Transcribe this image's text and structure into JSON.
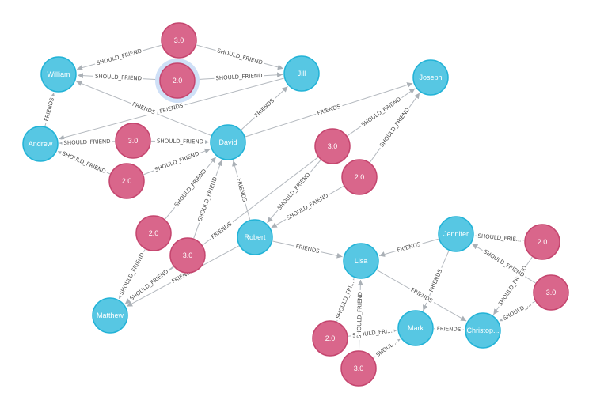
{
  "colors": {
    "person_fill": "#57c7e3",
    "person_stroke": "#23b3d7",
    "score_fill": "#d9668b",
    "score_stroke": "#c5466f",
    "edge": "#b4b9bf",
    "selected_halo": "#cfe0f7"
  },
  "graph": {
    "nodes": [
      {
        "id": "william",
        "caption": "William",
        "kind": "person"
      },
      {
        "id": "jill",
        "caption": "Jill",
        "kind": "person"
      },
      {
        "id": "joseph",
        "caption": "Joseph",
        "kind": "person"
      },
      {
        "id": "andrew",
        "caption": "Andrew",
        "kind": "person"
      },
      {
        "id": "david",
        "caption": "David",
        "kind": "person"
      },
      {
        "id": "robert",
        "caption": "Robert",
        "kind": "person"
      },
      {
        "id": "matthew",
        "caption": "Matthew",
        "kind": "person"
      },
      {
        "id": "lisa",
        "caption": "Lisa",
        "kind": "person"
      },
      {
        "id": "jennifer",
        "caption": "Jennifer",
        "kind": "person"
      },
      {
        "id": "mark",
        "caption": "Mark",
        "kind": "person"
      },
      {
        "id": "christop",
        "caption": "Christop...",
        "kind": "person"
      },
      {
        "id": "s1",
        "caption": "3.0",
        "kind": "score"
      },
      {
        "id": "s2",
        "caption": "2.0",
        "kind": "score",
        "selected": true
      },
      {
        "id": "s3",
        "caption": "3.0",
        "kind": "score"
      },
      {
        "id": "s4",
        "caption": "2.0",
        "kind": "score"
      },
      {
        "id": "s5",
        "caption": "3.0",
        "kind": "score"
      },
      {
        "id": "s6",
        "caption": "2.0",
        "kind": "score"
      },
      {
        "id": "s7",
        "caption": "2.0",
        "kind": "score"
      },
      {
        "id": "s8",
        "caption": "3.0",
        "kind": "score"
      },
      {
        "id": "s9",
        "caption": "2.0",
        "kind": "score"
      },
      {
        "id": "s10",
        "caption": "3.0",
        "kind": "score"
      },
      {
        "id": "s11",
        "caption": "2.0",
        "kind": "score"
      },
      {
        "id": "s12",
        "caption": "3.0",
        "kind": "score"
      }
    ],
    "edges": [
      {
        "from": "s1",
        "to": "william",
        "label": "SHOULD_FRIEND"
      },
      {
        "from": "s1",
        "to": "jill",
        "label": "SHOULD_FRIEND"
      },
      {
        "from": "s2",
        "to": "william",
        "label": "SHOULD_FRIEND"
      },
      {
        "from": "s2",
        "to": "jill",
        "label": "SHOULD_FRIEND"
      },
      {
        "from": "jill",
        "to": "andrew",
        "label": "FRIENDS"
      },
      {
        "from": "david",
        "to": "william",
        "label": "FRIENDS"
      },
      {
        "from": "andrew",
        "to": "william",
        "label": "FRIENDS"
      },
      {
        "from": "david",
        "to": "jill",
        "label": "FRIENDS"
      },
      {
        "from": "david",
        "to": "joseph",
        "label": "FRIENDS"
      },
      {
        "from": "s3",
        "to": "andrew",
        "label": "SHOULD_FRIEND"
      },
      {
        "from": "s3",
        "to": "david",
        "label": "SHOULD_FRIEND"
      },
      {
        "from": "s4",
        "to": "andrew",
        "label": "SHOULD_FRIEND"
      },
      {
        "from": "s4",
        "to": "david",
        "label": "SHOULD_FRIEND"
      },
      {
        "from": "s5",
        "to": "joseph",
        "label": "SHOULD_FRIEND"
      },
      {
        "from": "s5",
        "to": "robert",
        "label": "SHOULD_FRIEND"
      },
      {
        "from": "s6",
        "to": "joseph",
        "label": "SHOULD_FRIEND"
      },
      {
        "from": "s6",
        "to": "robert",
        "label": "SHOULD_FRIEND"
      },
      {
        "from": "robert",
        "to": "david",
        "label": "FRIENDS"
      },
      {
        "from": "s5",
        "to": "matthew",
        "label": "FRIENDS"
      },
      {
        "from": "s7",
        "to": "david",
        "label": "SHOULD_FRIEND"
      },
      {
        "from": "s7",
        "to": "matthew",
        "label": "SHOULD_FRIEND"
      },
      {
        "from": "s8",
        "to": "david",
        "label": "SHOULD_FRIEND"
      },
      {
        "from": "s8",
        "to": "matthew",
        "label": "SHOULD_FRIEND"
      },
      {
        "from": "robert",
        "to": "matthew",
        "label": "FRIENDS"
      },
      {
        "from": "robert",
        "to": "lisa",
        "label": "FRIENDS"
      },
      {
        "from": "jennifer",
        "to": "lisa",
        "label": "FRIENDS"
      },
      {
        "from": "jennifer",
        "to": "mark",
        "label": "FRIENDS"
      },
      {
        "from": "lisa",
        "to": "christop",
        "label": "FRIENDS"
      },
      {
        "from": "mark",
        "to": "christop",
        "label": "FRIENDS"
      },
      {
        "from": "s11",
        "to": "jennifer",
        "label": "SHOULD_FRIE..."
      },
      {
        "from": "s11",
        "to": "christop",
        "label": "SHOULD_FRIEND"
      },
      {
        "from": "s12",
        "to": "jennifer",
        "label": "SHOULD_FRIEND"
      },
      {
        "from": "s12",
        "to": "christop",
        "label": "SHOULD_..."
      },
      {
        "from": "s9",
        "to": "lisa",
        "label": "SHOULD_FRI..."
      },
      {
        "from": "s9",
        "to": "mark",
        "label": "SHOULD_FRI..."
      },
      {
        "from": "s10",
        "to": "lisa",
        "label": "SHOULD_FRIEND"
      },
      {
        "from": "s10",
        "to": "mark",
        "label": "SHOUL..."
      }
    ]
  }
}
